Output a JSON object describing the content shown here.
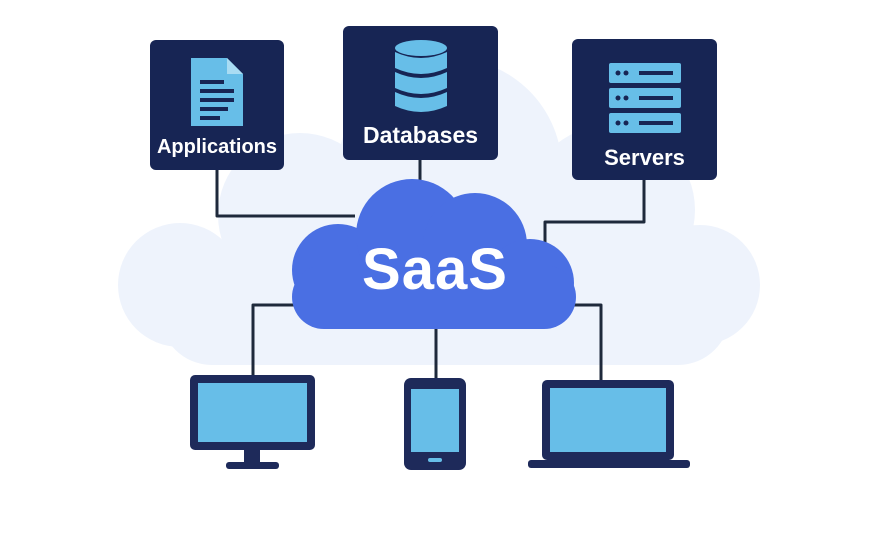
{
  "diagram": {
    "center": {
      "label": "SaaS",
      "icon": "cloud-icon"
    },
    "sources": [
      {
        "label": "Applications",
        "icon": "document-icon"
      },
      {
        "label": "Databases",
        "icon": "database-icon"
      },
      {
        "label": "Servers",
        "icon": "server-rack-icon"
      }
    ],
    "devices": [
      {
        "icon": "desktop-monitor-icon"
      },
      {
        "icon": "smartphone-icon"
      },
      {
        "icon": "laptop-icon"
      }
    ]
  },
  "colors": {
    "navy": "#172554",
    "cloud_blue": "#4A6FE3",
    "screen_blue": "#67BEE8",
    "connector": "#1E293B",
    "background_cloud": "#EEF3FC"
  }
}
